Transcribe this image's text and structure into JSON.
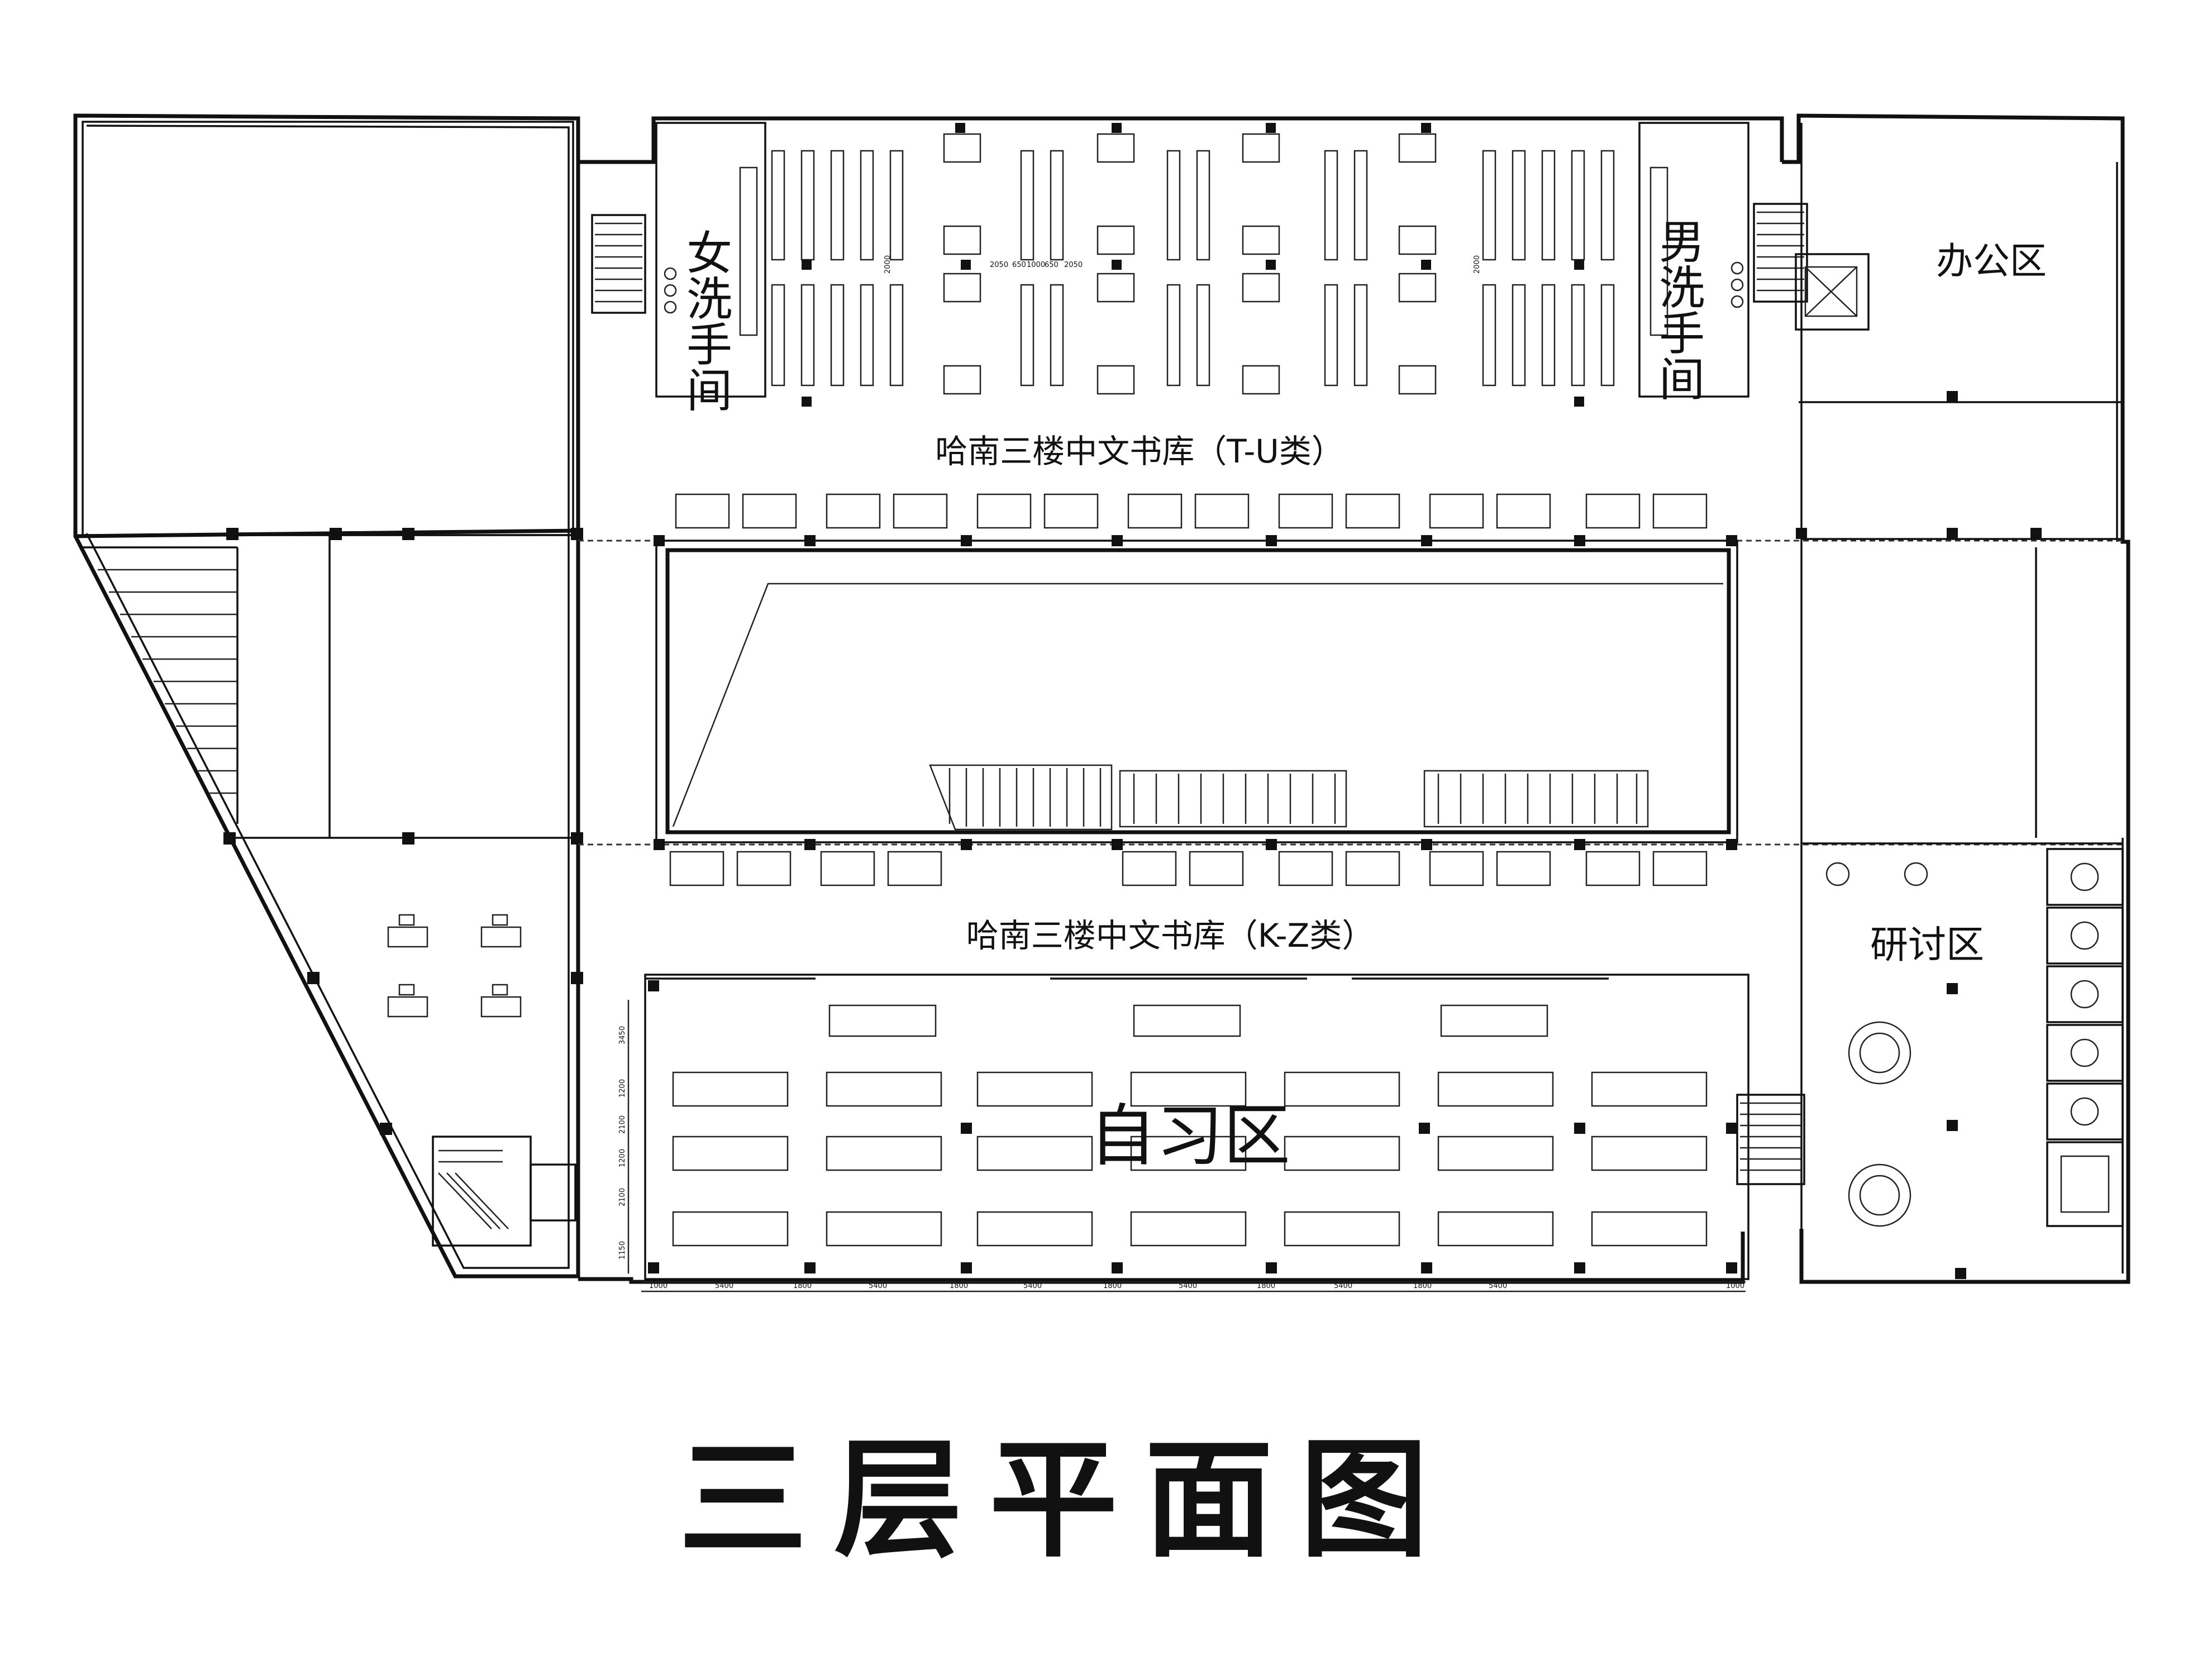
{
  "title": "三层平面图",
  "zones": {
    "womens_restroom": "女洗手间",
    "mens_restroom": "男洗手间",
    "stacks_tu": "哈南三楼中文书库（T-U类）",
    "stacks_kz": "哈南三楼中文书库（K-Z类）",
    "office": "办公区",
    "discussion": "研讨区",
    "study": "自习区"
  },
  "dimensions": {
    "bottom": [
      "1000",
      "5400",
      "1800",
      "5400",
      "1800",
      "5400",
      "1800",
      "5400",
      "1800",
      "5400",
      "1800",
      "5400",
      "1000"
    ],
    "left": [
      "3450",
      "1200",
      "2100",
      "1200",
      "2100",
      "1150"
    ],
    "stacks_spacing": [
      "2000",
      "2050",
      "650",
      "1000",
      "650",
      "2050",
      "2000"
    ]
  },
  "colors": {
    "line": "#111111",
    "background": "#ffffff"
  }
}
